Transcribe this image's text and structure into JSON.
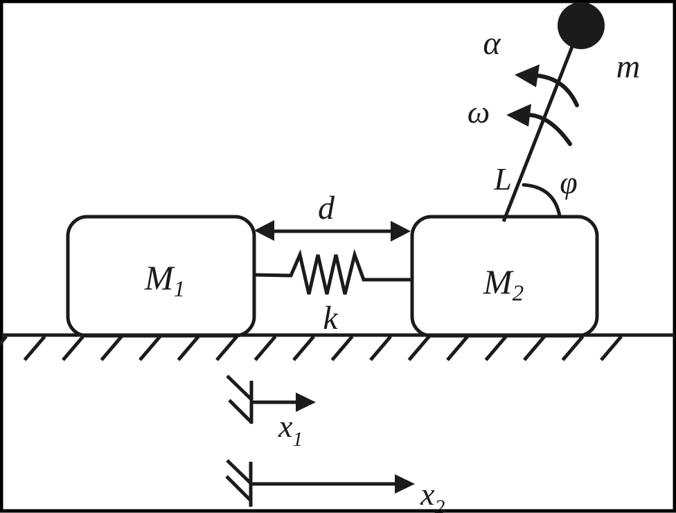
{
  "figure": {
    "description": "Two-mass spring system with inverted pendulum on second cart",
    "labels": {
      "mass1": {
        "main": "M",
        "sub": "1"
      },
      "mass2": {
        "main": "M",
        "sub": "2"
      },
      "spring_constant": "k",
      "gap_distance": "d",
      "angular_acceleration": "α",
      "angular_velocity": "ω",
      "bob_mass": "m",
      "rod_length": "L",
      "rod_angle": "φ",
      "coordinate1": {
        "main": "x",
        "sub": "1"
      },
      "coordinate2": {
        "main": "x",
        "sub": "2"
      }
    },
    "colors": {
      "ink": "#1b1b1b",
      "background": "#ffffff",
      "border": "#000000"
    }
  }
}
